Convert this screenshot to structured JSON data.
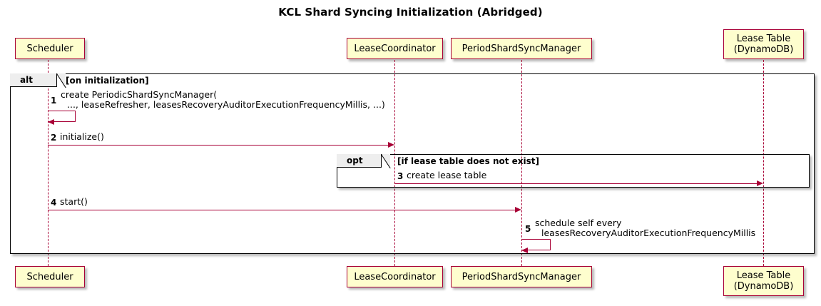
{
  "title": "KCL Shard Syncing Initialization (Abridged)",
  "participants": [
    {
      "id": "scheduler",
      "label_line1": "Scheduler",
      "label_line2": ""
    },
    {
      "id": "coordinator",
      "label_line1": "LeaseCoordinator",
      "label_line2": ""
    },
    {
      "id": "syncmanager",
      "label_line1": "PeriodShardSyncManager",
      "label_line2": ""
    },
    {
      "id": "leasetable",
      "label_line1": "Lease Table",
      "label_line2": "(DynamoDB)"
    }
  ],
  "groups": [
    {
      "id": "alt",
      "keyword": "alt",
      "condition": "[on initialization]"
    },
    {
      "id": "opt",
      "keyword": "opt",
      "condition": "[if lease table does not exist]"
    }
  ],
  "messages": [
    {
      "number": "1",
      "from": "scheduler",
      "to": "scheduler",
      "kind": "self",
      "text_line1": "create PeriodicShardSyncManager(",
      "text_line2": "..., leaseRefresher, leasesRecoveryAuditorExecutionFrequencyMillis, ...)"
    },
    {
      "number": "2",
      "from": "scheduler",
      "to": "coordinator",
      "kind": "call",
      "text_line1": "initialize()",
      "text_line2": ""
    },
    {
      "number": "3",
      "from": "coordinator",
      "to": "leasetable",
      "kind": "call",
      "text_line1": "create lease table",
      "text_line2": ""
    },
    {
      "number": "4",
      "from": "scheduler",
      "to": "syncmanager",
      "kind": "call",
      "text_line1": "start()",
      "text_line2": ""
    },
    {
      "number": "5",
      "from": "syncmanager",
      "to": "syncmanager",
      "kind": "self",
      "text_line1": "schedule self every",
      "text_line2": "leasesRecoveryAuditorExecutionFrequencyMillis"
    }
  ],
  "colors": {
    "participant_fill": "#FEFECE",
    "participant_border": "#A80036",
    "arrow": "#A80036",
    "frame_border": "#000000",
    "frame_tab_fill": "#EEEEEE",
    "background": "#FFFFFF",
    "text": "#000000"
  }
}
